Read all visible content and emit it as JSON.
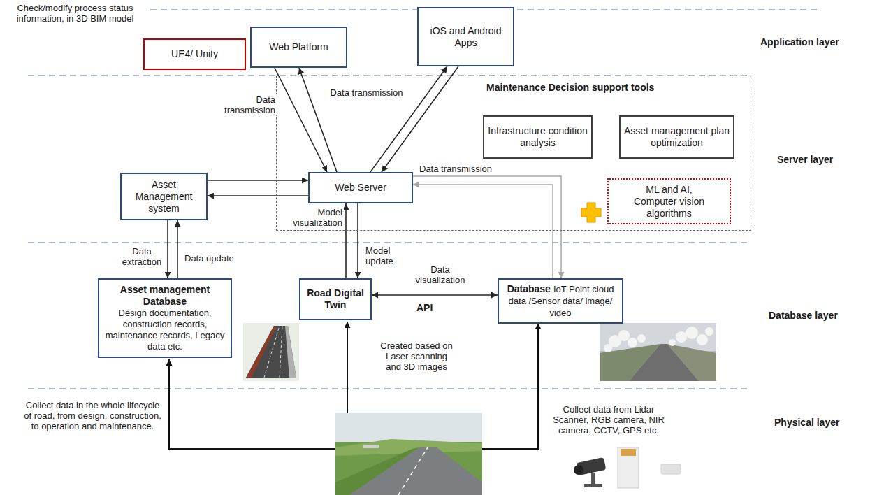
{
  "diagram": {
    "nodes": [
      {
        "text": [
          "UE4/ Unity"
        ]
      },
      {
        "text": [
          "Web Platform"
        ]
      },
      {
        "text": [
          "iOS and Android Apps"
        ]
      },
      {
        "text": [
          "Maintenance Decision support tools"
        ]
      },
      {
        "text": [
          "Infrastructure condition analysis"
        ],
        "in": 3
      },
      {
        "text": [
          "Asset management plan optimization"
        ],
        "in": 3
      },
      {
        "text": [
          "ML and AI, Computer vision algorithms"
        ],
        "in": 3
      },
      {
        "text": [
          "Web Server"
        ],
        "in": 3
      },
      {
        "text": [
          "Asset Management system"
        ]
      },
      {
        "text": [
          "Asset management Database",
          "Design documentation, construction records, maintenance records, Legacy data etc."
        ]
      },
      {
        "text": [
          "Road Digital Twin"
        ]
      },
      {
        "text": [
          "Database",
          "IoT Point cloud data /Sensor data/ image/ video"
        ]
      }
    ],
    "edges": [
      {
        "from": 1,
        "to": 7,
        "arrow": "to",
        "label": "Data transmission"
      },
      {
        "from": 7,
        "to": 1,
        "arrow": "to"
      },
      {
        "from": 7,
        "to": 2,
        "arrow": "to",
        "label": "Data transmission"
      },
      {
        "from": 2,
        "to": 7,
        "arrow": "to"
      },
      {
        "from": 8,
        "to": 7,
        "arrow": "to"
      },
      {
        "from": 7,
        "to": 8,
        "arrow": "to"
      },
      {
        "from": 8,
        "to": 9,
        "arrow": "to",
        "label": "Data extraction"
      },
      {
        "from": 9,
        "to": 8,
        "arrow": "to",
        "label": "Data update"
      },
      {
        "from": 10,
        "to": 7,
        "arrow": "to",
        "label": "Model visualization"
      },
      {
        "from": 7,
        "to": 10,
        "arrow": "to",
        "label": "Model update"
      },
      {
        "from": 10,
        "to": 11,
        "arrow": "both",
        "label": "Data visualization"
      },
      {
        "from": 7,
        "to": 11,
        "arrow": "to"
      },
      {
        "from": 11,
        "to": 7,
        "arrow": "to",
        "label": "Data transmission"
      }
    ],
    "labels": [
      "Check/modify process status information, in 3D BIM model",
      "Application layer",
      "Server layer",
      "Database layer",
      "Physical layer",
      "API",
      "Created based on Laser scanning and 3D images",
      "Collect data in the whole lifecycle of road, from design, construction, to operation and maintenance.",
      "Collect data from Lidar Scanner, RGB camera, NIR camera, CCTV, GPS etc."
    ]
  }
}
